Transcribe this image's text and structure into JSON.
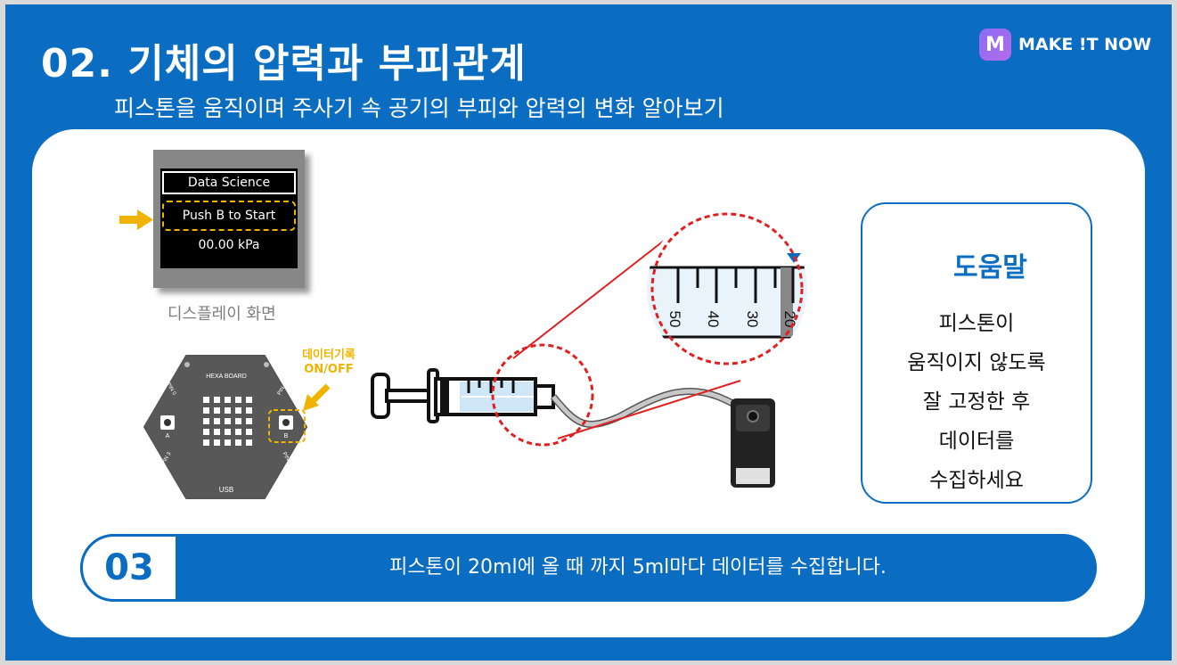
{
  "title": "02. 기체의 압력과 부피관계",
  "subtitle": "피스톤을 움직이며 주사기 속 공기의 부피와 압력의 변화 알아보기",
  "brand": {
    "logo_letter": "M",
    "name": "MAKE !T NOW"
  },
  "display": {
    "title": "Data Science",
    "prompt": "Push B to Start",
    "reading": "00.00 kPa",
    "caption": "디스플레이 화면"
  },
  "hexa_board": {
    "name": "HEXA BOARD",
    "button_a": "A",
    "button_b": "B",
    "pins": [
      "PIN 0",
      "PIN 1",
      "PIN 2",
      "PIN 3"
    ],
    "usb": "USB",
    "record_label_line1": "데이터기록",
    "record_label_line2": "ON/OFF"
  },
  "syringe_scale": [
    "50",
    "40",
    "30",
    "20"
  ],
  "help": {
    "title": "도움말",
    "lines": [
      "피스톤이",
      "움직이지 않도록",
      "잘 고정한 후",
      "데이터를",
      "수집하세요"
    ]
  },
  "step": {
    "number": "03",
    "text": "피스톤이 20ml에 올 때 까지 5ml마다 데이터를 수집합니다."
  },
  "colors": {
    "primary": "#0a6dc2",
    "accent": "#f0b400",
    "highlight": "#e02020"
  }
}
